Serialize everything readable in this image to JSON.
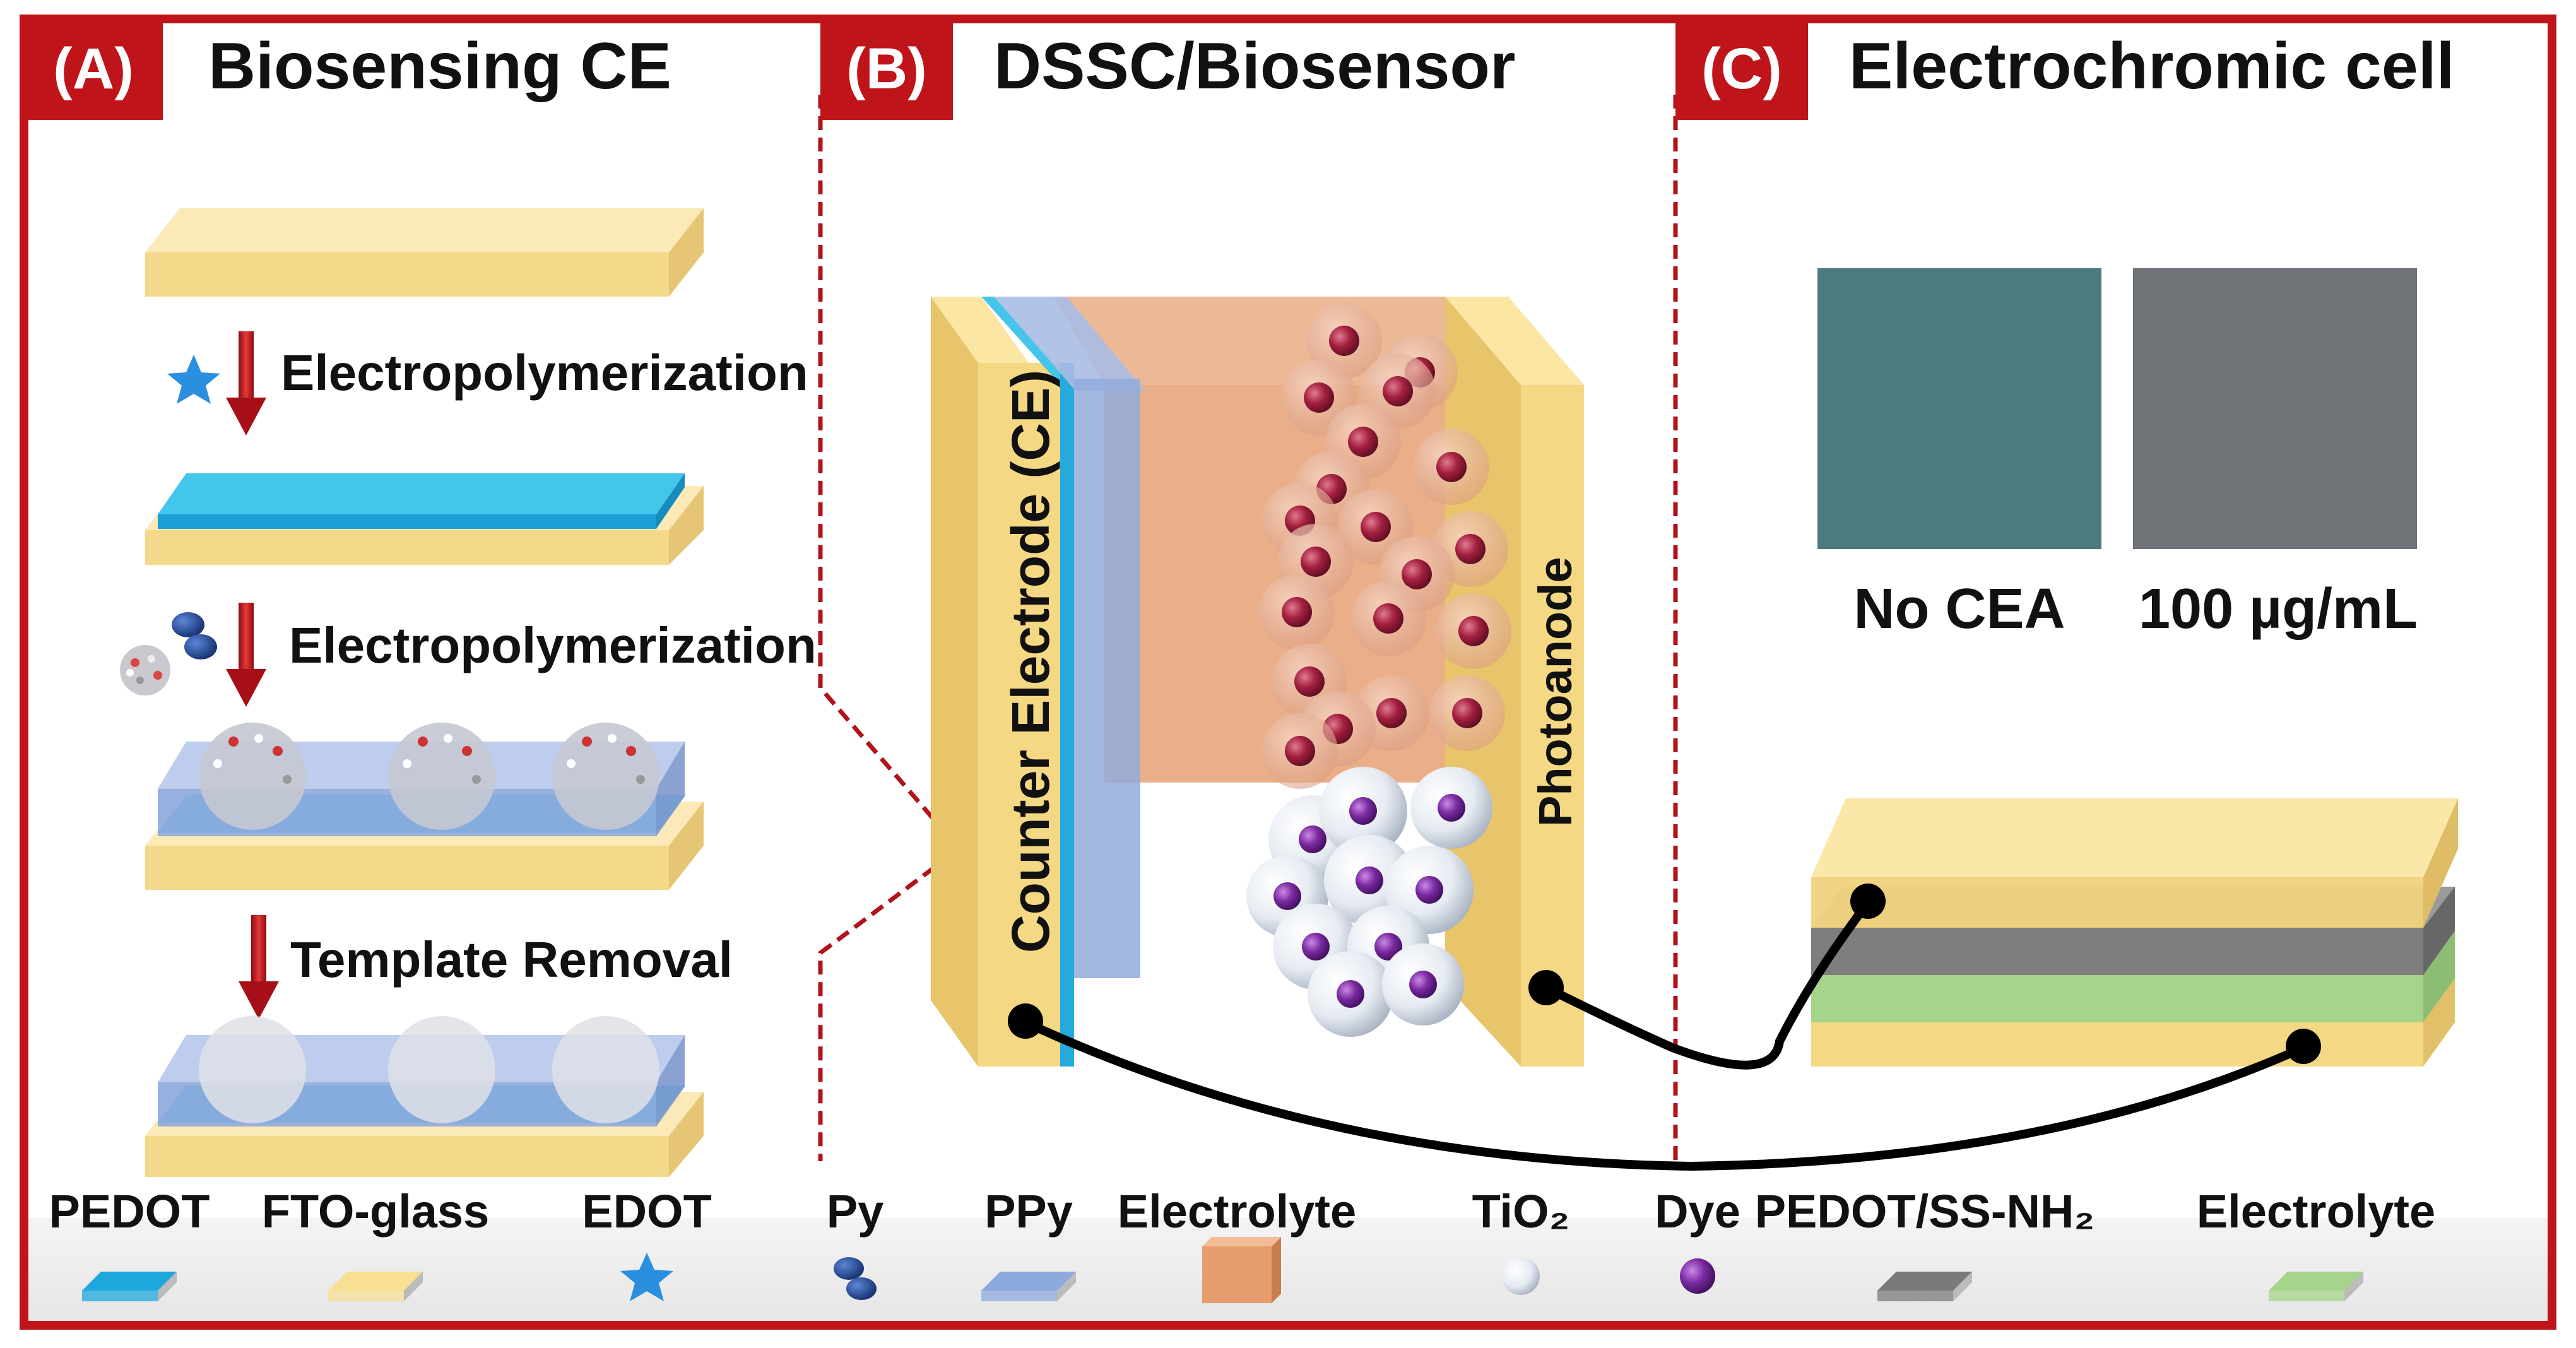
{
  "panels": {
    "a": {
      "tag": "(A)",
      "title": "Biosensing CE"
    },
    "b": {
      "tag": "(B)",
      "title": "DSSC/Biosensor"
    },
    "c": {
      "tag": "(C)",
      "title": "Electrochromic cell"
    }
  },
  "steps": {
    "electropolymerization_1": "Electropolymerization",
    "electropolymerization_2": "Electropolymerization",
    "template_removal": "Template Removal"
  },
  "device_labels": {
    "counter_electrode": "Counter Electrode (CE)",
    "photoanode": "Photoanode"
  },
  "color_swatches": {
    "no_cea": {
      "label": "No CEA",
      "color": "#4d7a7c"
    },
    "cea_100": {
      "label": "100 µg/mL",
      "color": "#6f7276"
    }
  },
  "legend": [
    {
      "label": "PEDOT",
      "icon": "pedot-swatch",
      "color": "#1ea7dc"
    },
    {
      "label": "FTO-glass",
      "icon": "fto-glass-swatch",
      "color": "#f7df94"
    },
    {
      "label": "EDOT",
      "icon": "star-icon",
      "color": "#2b8fe0"
    },
    {
      "label": "Py",
      "icon": "pyrrole-icon",
      "color": "#1d3f8a"
    },
    {
      "label": "PPy",
      "icon": "ppy-swatch",
      "color": "#8ea9dd"
    },
    {
      "label": "Electrolyte",
      "icon": "electrolyte-swatch",
      "color": "#e79e6e"
    },
    {
      "label": "TiO₂",
      "icon": "tio2-sphere-icon",
      "color": "#e9eef5"
    },
    {
      "label": "Dye",
      "icon": "dye-sphere-icon",
      "color": "#7a2aa0"
    },
    {
      "label": "PEDOT/SS-NH₂",
      "icon": "pedot-ss-nh2-swatch",
      "color": "#7a7a7a"
    },
    {
      "label": "Electrolyte",
      "icon": "electrolyte-gel-swatch",
      "color": "#a6d48a"
    }
  ],
  "colors": {
    "frame": "#c0141b",
    "arrow": "#c0141b",
    "wire": "#000000"
  }
}
